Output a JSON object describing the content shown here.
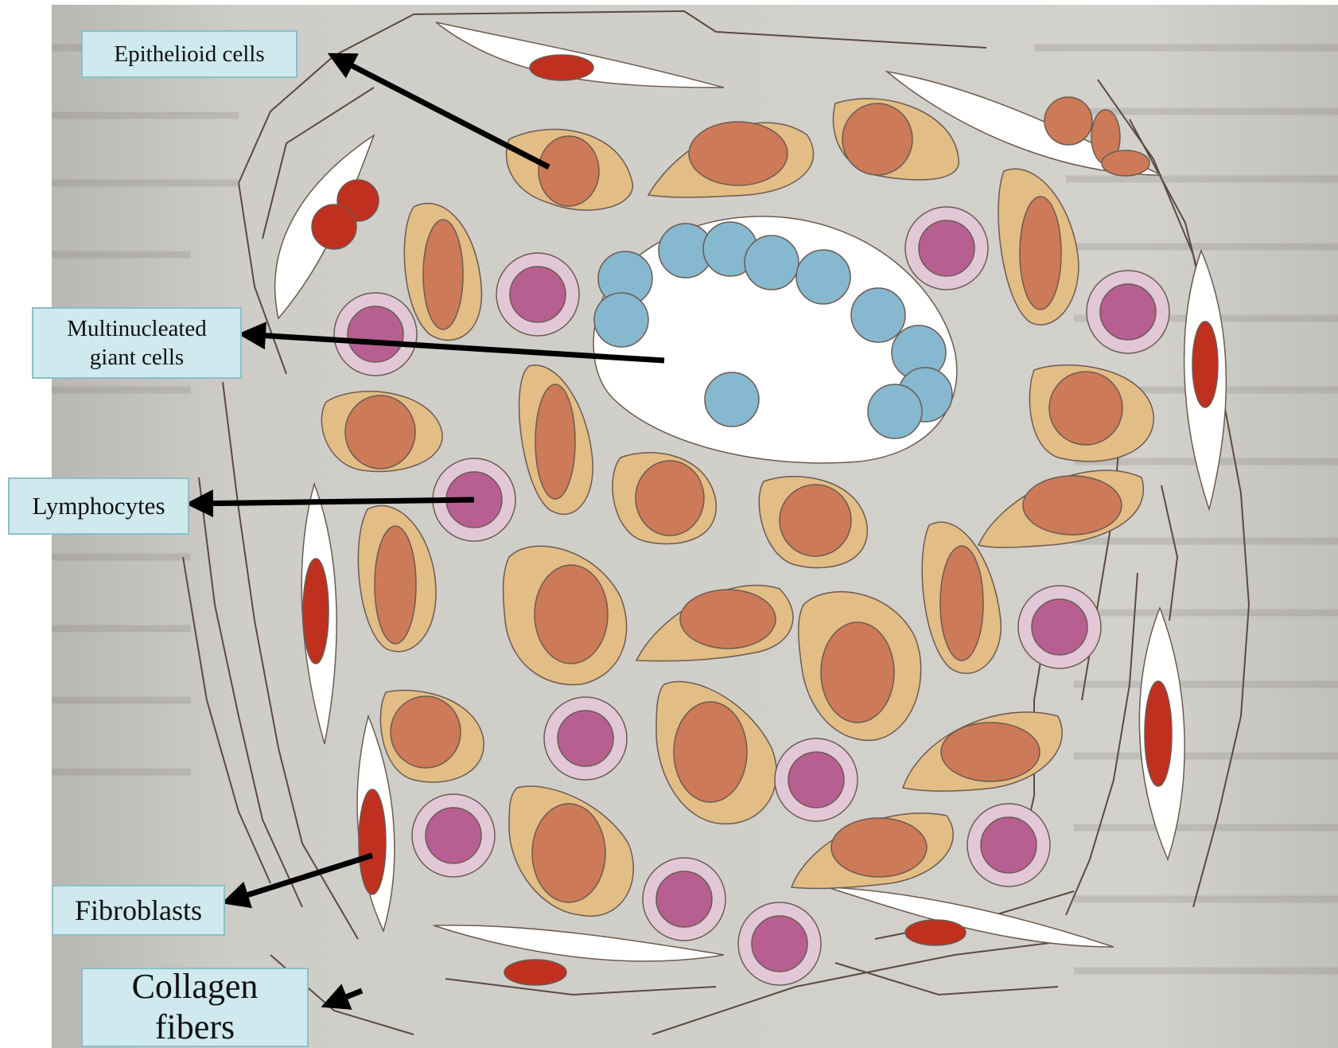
{
  "diagram": {
    "labels": {
      "epithelioid": "Epithelioid cells",
      "giant_line1": "Multinucleated",
      "giant_line2": "giant cells",
      "lymphocytes": "Lymphocytes",
      "fibroblasts": "Fibroblasts",
      "collagen_line1": "Collagen",
      "collagen_line2": "fibers"
    }
  },
  "colors": {
    "background_paper": "#c9c7c1",
    "label_fill": "#cfe9ee",
    "label_border": "#8bbfc9",
    "epithelioid_cytoplasm": "#e3bd86",
    "epithelioid_nucleus": "#cd7a58",
    "lymphocyte_rim": "#e2c8d6",
    "lymphocyte_nucleus": "#b85f92",
    "fibroblast_nucleus": "#c0301f",
    "giant_cell_nucleus": "#86b8d0",
    "fiber_line": "#5a4a42",
    "arrow": "#000000"
  }
}
